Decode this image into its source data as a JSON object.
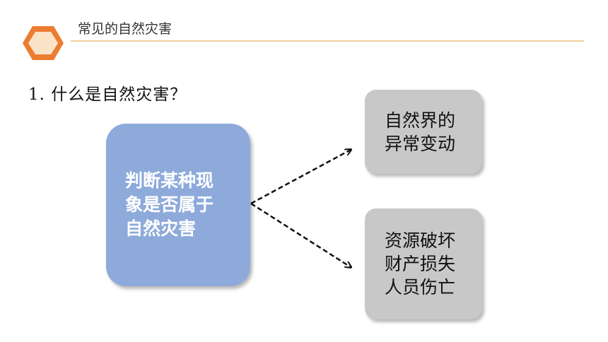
{
  "header": {
    "title": "常见的自然灾害",
    "accent_color": "#f0cf9c",
    "icon": "hexagon-icon"
  },
  "question": "1. 什么是自然灾害？",
  "diagram": {
    "main": {
      "lines": [
        "判断某种现",
        "象是否属于",
        "自然灾害"
      ],
      "color": "#8eaadb"
    },
    "outcomes": [
      {
        "lines": [
          "自然界的",
          "异常变动"
        ]
      },
      {
        "lines": [
          "资源破坏",
          "财产损失",
          "人员伤亡"
        ]
      }
    ],
    "box_color": "#c8c8c8"
  }
}
